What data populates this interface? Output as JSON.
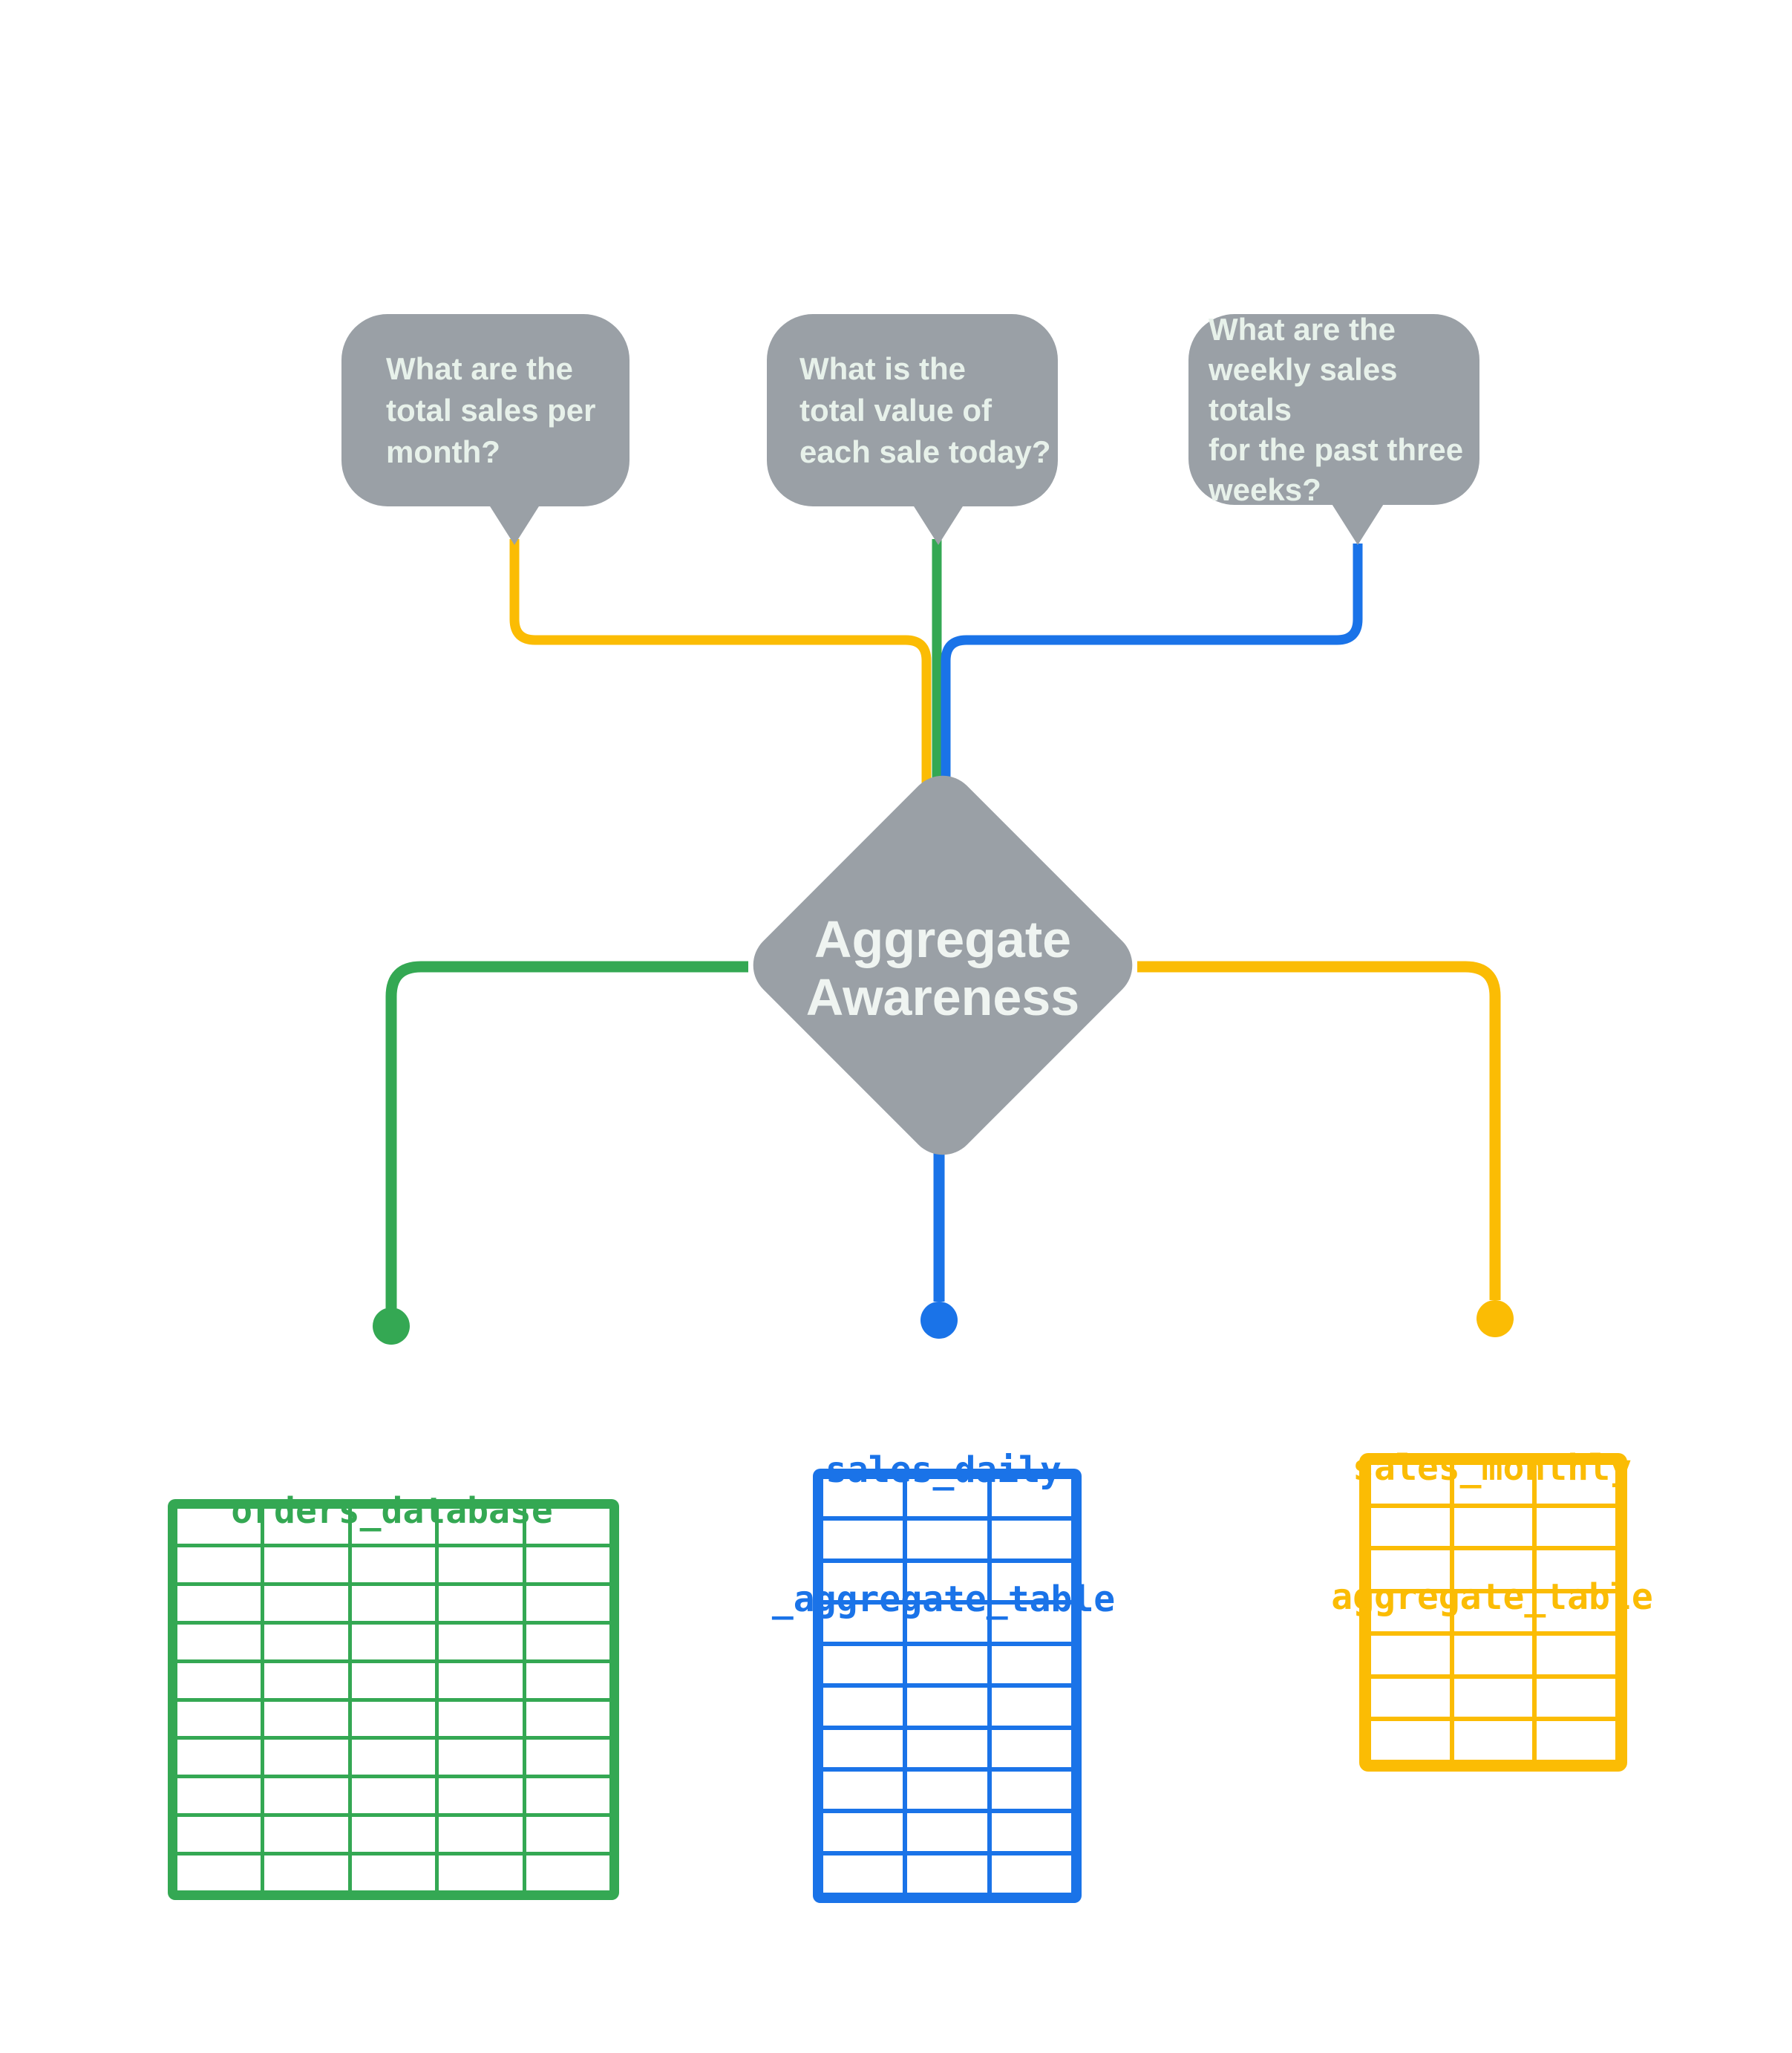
{
  "colors": {
    "green": "#34A853",
    "blue": "#1A73E8",
    "yellow": "#FBBC04",
    "gray": "#9AA0A6",
    "bubble_text": "#E7F1EA",
    "diamond_text": "#EFF4F1",
    "background": "#FFFFFF"
  },
  "bubbles": [
    {
      "lines": [
        "What are the",
        "total sales per",
        "month?"
      ],
      "connector_color": "yellow"
    },
    {
      "lines": [
        "What is the",
        "total value of",
        "each sale today?"
      ],
      "connector_color": "green"
    },
    {
      "lines": [
        "What are the",
        "weekly sales totals",
        "for the past three",
        "weeks?"
      ],
      "connector_color": "blue"
    }
  ],
  "diamond": {
    "lines": [
      "Aggregate",
      "Awareness"
    ]
  },
  "tables": [
    {
      "label_lines": [
        "orders_database"
      ],
      "color": "green",
      "columns": 5,
      "rows": 10
    },
    {
      "label_lines": [
        "sales_daily",
        "_aggregate_table"
      ],
      "color": "blue",
      "columns": 3,
      "rows": 10
    },
    {
      "label_lines": [
        "sales_monthly",
        "aggregate_table"
      ],
      "color": "yellow",
      "columns": 3,
      "rows": 7
    }
  ]
}
